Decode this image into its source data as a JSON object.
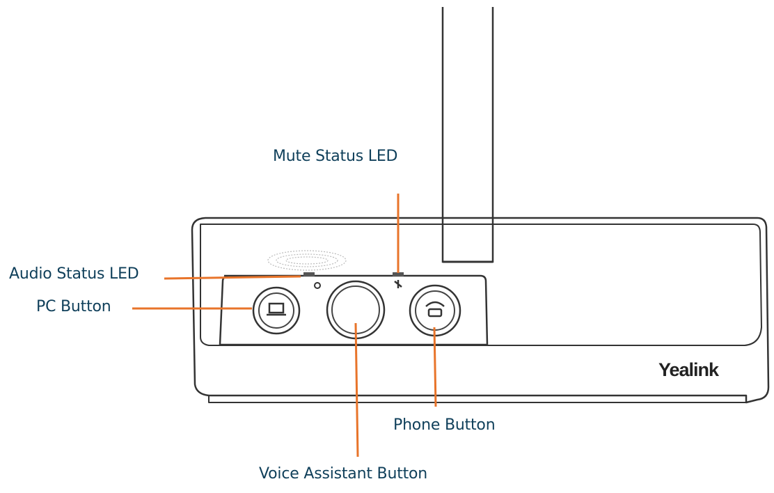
{
  "brand": "Yealink",
  "callouts": {
    "mute_led": "Mute Status LED",
    "audio_led": "Audio Status LED",
    "pc_button": "PC Button",
    "phone_button": "Phone Button",
    "voice_button": "Voice Assistant Button"
  },
  "colors": {
    "callout_line": "#e8742a",
    "callout_text": "#0f3f5a",
    "device_outline": "#333333"
  },
  "icons": {
    "pc_button": "laptop-icon",
    "phone_button": "phone-handset-icon",
    "audio_led": "headset-icon",
    "mute_led": "mic-muted-icon"
  }
}
